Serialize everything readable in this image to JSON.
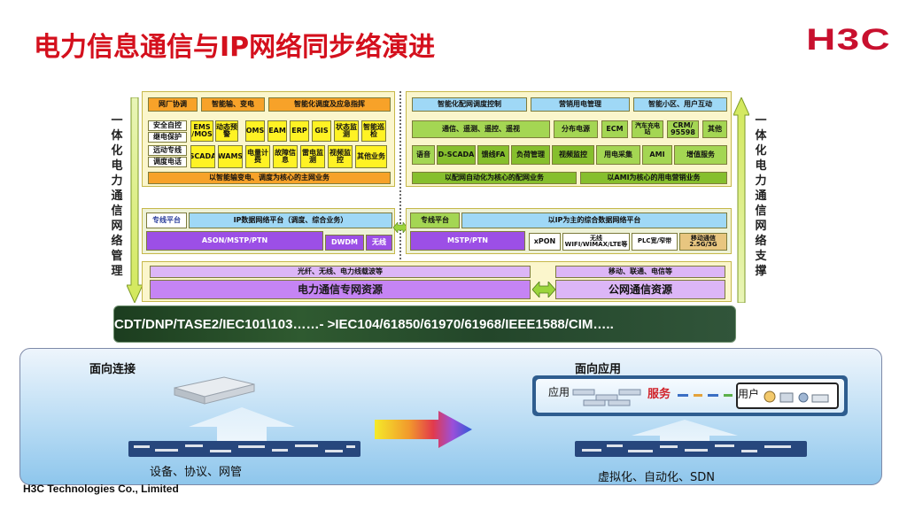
{
  "title": "电力信息通信与IP网络同步络演进",
  "logo": "H3C",
  "footer": "H3C Technologies Co., Limited",
  "side_left": "一体化电力通信网络管理",
  "side_right": "一体化电力通信网络支撑",
  "left_panel": {
    "top_row": [
      "网厂协调",
      "智能输、变电",
      "智能化调度及应急指挥"
    ],
    "small_left": [
      "安全自控",
      "继电保护",
      "远动专线",
      "调度电话"
    ],
    "row2": [
      "EMS /MOS",
      "动态预警",
      "OMS",
      "EAM",
      "ERP",
      "GIS",
      "状态监测",
      "智能巡检"
    ],
    "row3": [
      "SCADA",
      "WAMS",
      "电量计费",
      "故障信息",
      "雷电监测",
      "视频监控",
      "其他业务"
    ],
    "core": "以智能输变电、调度为核心的主网业务"
  },
  "right_panel": {
    "top_row": [
      "智能化配网调度控制",
      "营销用电管理",
      "智能小区、用户互动"
    ],
    "row2": [
      "通信、遥测、遥控、遥视",
      "分布电源",
      "ECM",
      "汽车充电站",
      "CRM/ 95598",
      "其他"
    ],
    "row3": [
      "语音",
      "D-SCADA",
      "馈线FA",
      "负荷管理",
      "视频监控",
      "用电采集",
      "AMI",
      "增值服务"
    ],
    "core1": "以配网自动化为核心的配网业务",
    "core2": "以AMI为核心的用电营销业务"
  },
  "network_left": {
    "dedicated": "专线平台",
    "ip": "IP数据网络平台（调度、综合业务）",
    "ason": "ASON/MSTP/PTN",
    "dwdm": "DWDM",
    "wireless": "无线"
  },
  "network_right": {
    "dedicated": "专线平台",
    "ip": "以IP为主的综合数据网络平台",
    "mstp": "MSTP/PTN",
    "xpon": "xPON",
    "wireless": "无线 WIFI/WIMAX/LTE等",
    "plc": "PLC宽/窄带",
    "mobile": "移动通信 2.5G/3G"
  },
  "resources": {
    "left_top": "光纤、无线、电力线载波等",
    "left": "电力通信专网资源",
    "right_top": "移动、联通、电信等",
    "right": "公网通信资源"
  },
  "protocol_band": "CDT/DNP/TASE2/IEC101\\103……- >IEC104/61850/61970/61968/IEEE1588/CIM…..",
  "bottom": {
    "left_heading": "面向连接",
    "left_caption": "设备、协议、网管",
    "right_heading": "面向应用",
    "right_caption": "虚拟化、自动化、SDN",
    "app_label": "应用",
    "service_label": "服务",
    "user_label": "用户"
  }
}
